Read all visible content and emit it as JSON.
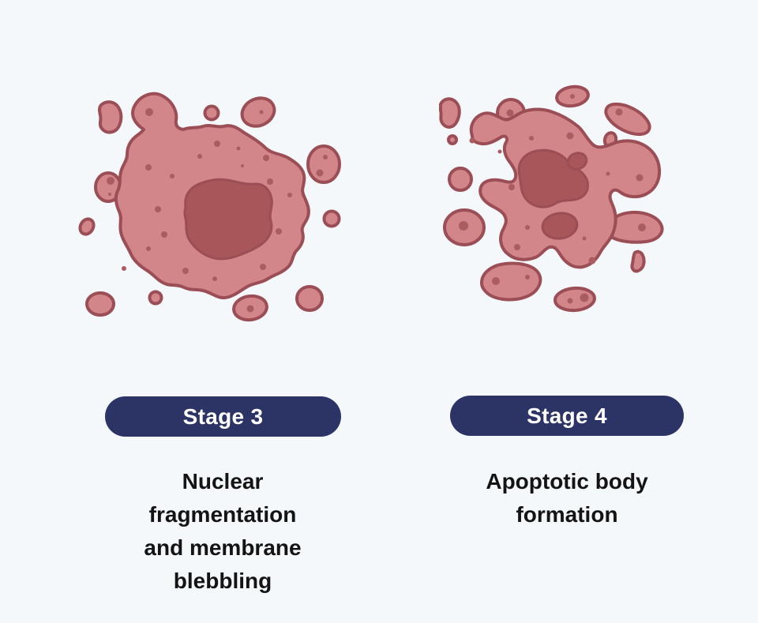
{
  "diagram": {
    "topic": "apoptosis-stages",
    "stages": [
      {
        "badge": "Stage 3",
        "caption": "Nuclear\nfragmentation\nand membrane\nblebbling",
        "illustration": "cell-with-fragmenting-nucleus-and-membrane-blebs"
      },
      {
        "badge": "Stage 4",
        "caption": "Apoptotic body\nformation",
        "illustration": "cell-breaking-into-apoptotic-bodies"
      }
    ]
  },
  "colors": {
    "background": "#f5f8fb",
    "cell_fill": "#d28689",
    "cell_outline": "#9b4e55",
    "nucleus_fill": "#a85659",
    "speck": "#ab5c61",
    "badge_bg": "#2c3365",
    "badge_text": "#ffffff",
    "caption_text": "#141414"
  }
}
